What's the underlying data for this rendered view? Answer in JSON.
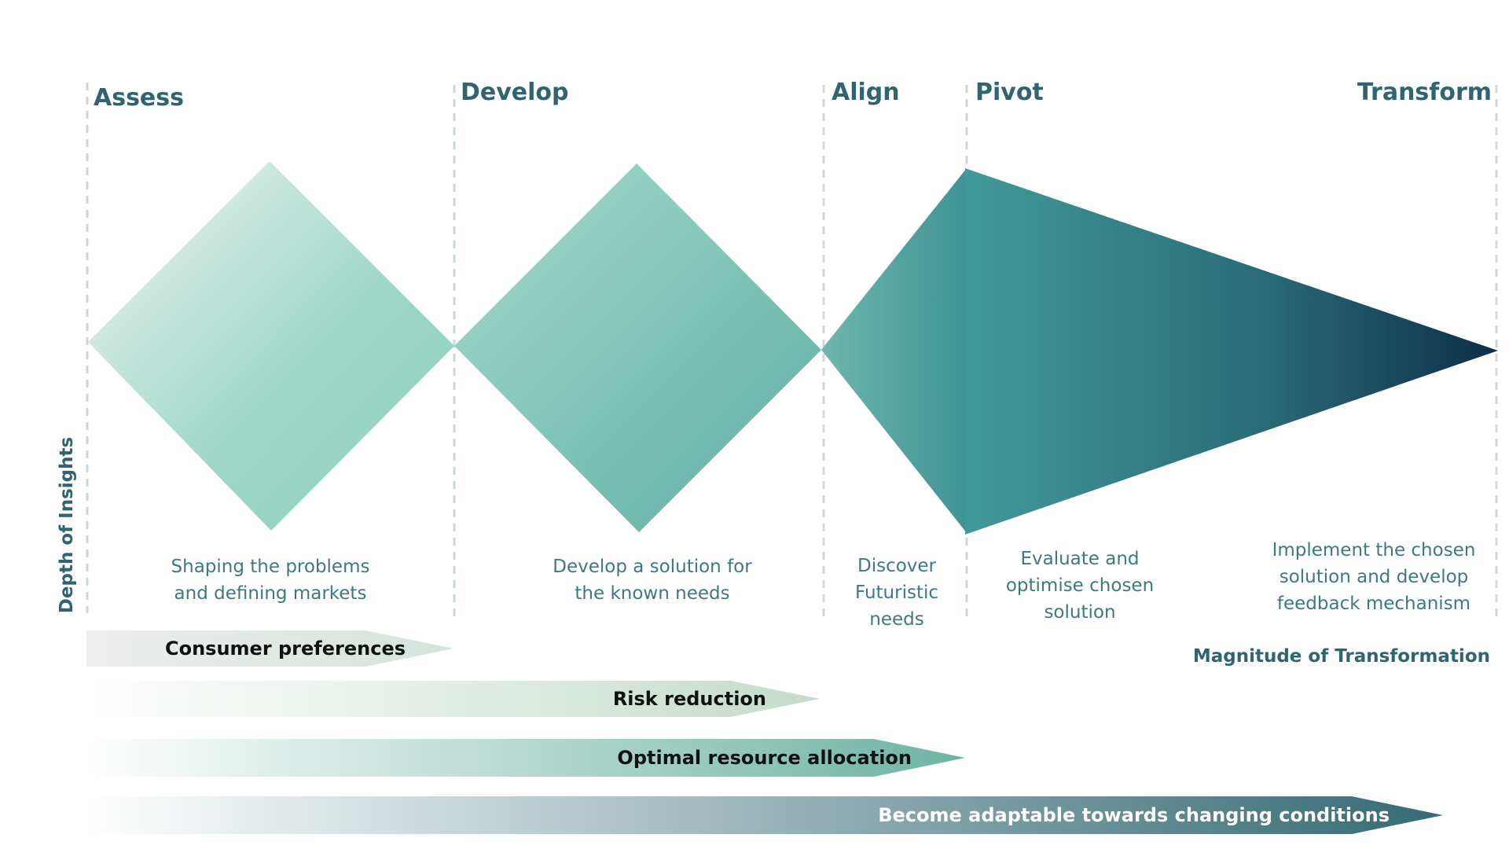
{
  "phases": [
    {
      "label": "Assess",
      "description": [
        "Shaping the problems",
        "and defining markets"
      ]
    },
    {
      "label": "Develop",
      "description": [
        "Develop a solution for",
        "the known needs"
      ]
    },
    {
      "label": "Align",
      "description": [
        "Discover",
        "Futuristic",
        "needs"
      ]
    },
    {
      "label": "Pivot",
      "description": [
        "Evaluate and",
        "optimise chosen",
        "solution"
      ]
    },
    {
      "label": "Transform",
      "description": [
        "Implement the chosen",
        "solution and develop",
        "feedback mechanism"
      ]
    }
  ],
  "axes": {
    "vertical_label": "Depth of Insights",
    "horizontal_label": "Magnitude of Transformation"
  },
  "benefit_arrows": [
    {
      "label": "Consumer preferences"
    },
    {
      "label": "Risk reduction"
    },
    {
      "label": "Optimal resource allocation"
    },
    {
      "label": "Become adaptable towards changing conditions"
    }
  ],
  "colors": {
    "shape_light": "#dcebe6",
    "shape_mid": "#92d3c3",
    "shape_teal": "#4a9b9b",
    "shape_dark": "#0f3049",
    "label_color": "#2f6470",
    "divider_color": "#c9d8dc"
  }
}
